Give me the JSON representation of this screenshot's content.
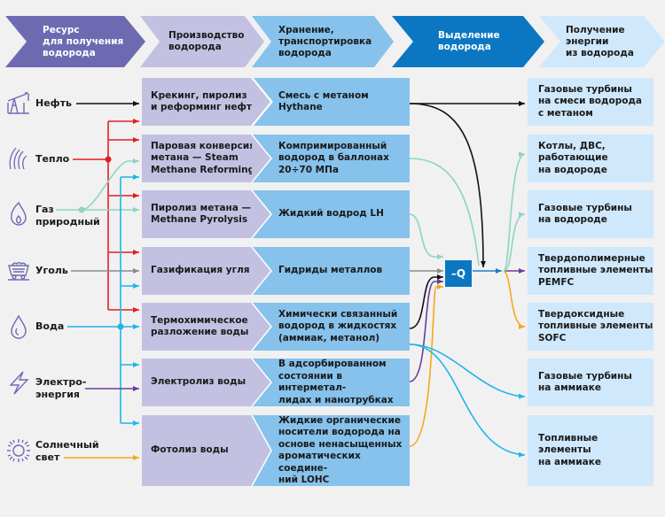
{
  "header": {
    "stages": [
      {
        "label": "Ресурс\nдля получения\nводорода",
        "color": "#6e6ab2",
        "text_color": "#ffffff"
      },
      {
        "label": "Производство\nводорода",
        "color": "#c3c1e2",
        "text_color": "#1a1a1a"
      },
      {
        "label": "Хранение,\nтранспортировка\nводорода",
        "color": "#86c2ec",
        "text_color": "#1a1a1a"
      },
      {
        "label": "Выделение\nводорода",
        "color": "#0b77c2",
        "text_color": "#ffffff"
      },
      {
        "label": "Получение\nэнергии\nиз водорода",
        "color": "#cfe8fb",
        "text_color": "#1a1a1a"
      }
    ]
  },
  "resources": [
    {
      "label": "Нефть",
      "icon": "oil-pump-icon",
      "line_color": "#111111"
    },
    {
      "label": "Тепло",
      "icon": "heat-flame-icon",
      "line_color": "#e31e24"
    },
    {
      "label": "Газ\nприродный",
      "icon": "gas-flame-icon",
      "line_color": "#8fd3c6"
    },
    {
      "label": "Уголь",
      "icon": "coal-cart-icon",
      "line_color": "#8c8c8c"
    },
    {
      "label": "Вода",
      "icon": "water-drop-icon",
      "line_color": "#1fb4ec"
    },
    {
      "label": "Электро-\nэнергия",
      "icon": "lightning-icon",
      "line_color": "#6a3d9a"
    },
    {
      "label": "Солнечный\nсвет",
      "icon": "sun-icon",
      "line_color": "#f5a81c"
    }
  ],
  "production": [
    "Крекинг, пиролиз\nи реформинг нефти",
    "Паровая конверсия\nметана — Steam\nMethane Reforming",
    "Пиролиз метана —\nMethane Pyrolysis",
    "Газификация угля",
    "Термохимическое\nразложение воды",
    "Электролиз воды",
    "Фотолиз воды"
  ],
  "storage": [
    "Смесь с метаном\nHythane",
    "Компримированный\nводород в баллонах\n20÷70 МПа",
    "Жидкий водрод LH",
    "Гидриды металлов",
    "Химически связанный\nводород в жидкостях\n(аммиак, метанол)",
    "В адсорбированном\nсостоянии в интерметал-\nлидах и нанотрубках",
    "Жидкие органические\nносители водорода на\nоснове ненасыщенных\nароматических соедине-\nний LOHC"
  ],
  "separation": {
    "label": "–Q"
  },
  "usage": [
    "Газовые турбины\nна смеси водорода\nс метаном",
    "Котлы, ДВС,\nработающие\nна водороде",
    "Газовые турбины\nна водороде",
    "Твердополимерные\nтопливные элементы\nPEMFC",
    "Твердоксидные\nтопливные элементы\nSOFC",
    "Газовые турбины\nна аммиаке",
    "Топливные элементы\nна аммиаке"
  ]
}
